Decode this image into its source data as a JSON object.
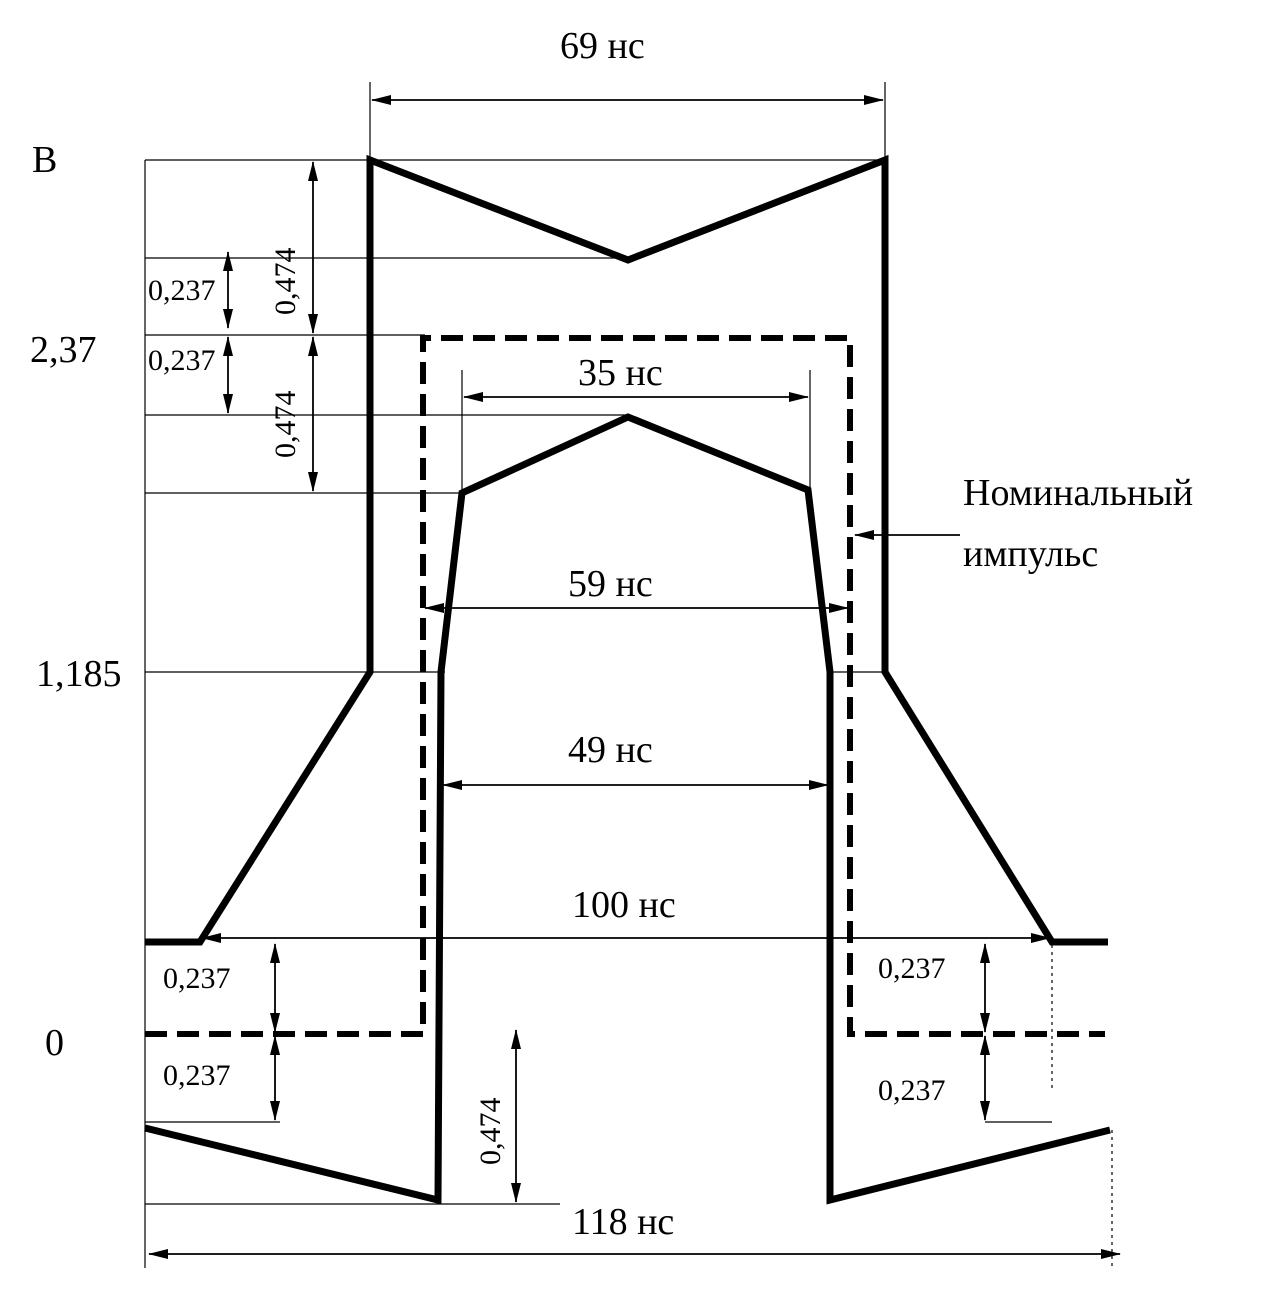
{
  "labels": {
    "axis_unit": "В",
    "top_width": "69 нс",
    "level_237": "2,37",
    "level_1185": "1,185",
    "level_0": "0",
    "width_35": "35  нс",
    "width_59": "59 нс",
    "width_49": "49 нс",
    "width_100": "100 нс",
    "width_118": "118 нс",
    "nominal_line1": "Номинальный",
    "nominal_line2": "импульс",
    "d0474_a": "0,474",
    "d0237_a": "0,237",
    "d0237_b": "0,237",
    "d0474_b": "0,474",
    "d0237_bl_top": "0,237",
    "d0237_bl_bot": "0,237",
    "d0237_br_top": "0,237",
    "d0237_br_bot": "0,237",
    "d0474_bottom": "0,474"
  }
}
